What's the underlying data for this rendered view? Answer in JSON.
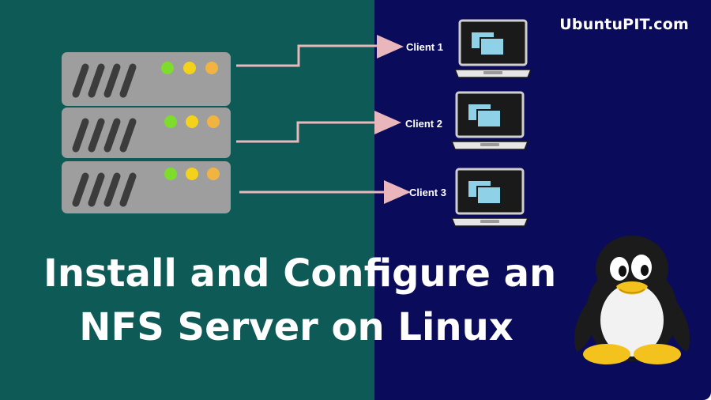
{
  "brand": {
    "text": "UbuntuPIT.com"
  },
  "colors": {
    "left_bg": "#0e5a56",
    "right_bg": "#0b0b5c",
    "server_body": "#9e9e9e",
    "arrow": "#e9b7bb",
    "laptop_screen": "#8fd1e6",
    "led_green": "#7ddc2c",
    "led_yellow": "#f4d21b",
    "led_orange": "#f2b441"
  },
  "clients": [
    {
      "label": "Client 1"
    },
    {
      "label": "Client 2"
    },
    {
      "label": "Client 3"
    }
  ],
  "title": {
    "line1": "Install and Configure an",
    "line2": "NFS Server on Linux"
  }
}
